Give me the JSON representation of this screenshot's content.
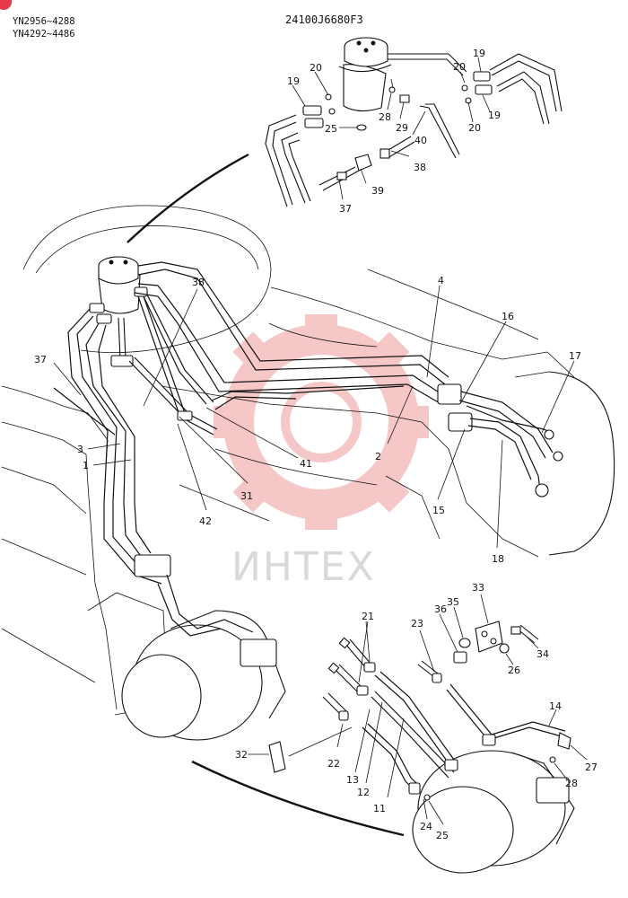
{
  "header": {
    "serial_range_1": "YN2956~4288",
    "serial_range_2": "YN4292~4486",
    "drawing_number": "24100J6680F3"
  },
  "watermark": {
    "text": "ИНТЕХ",
    "color": "#e8a3a3"
  },
  "corner_badge_color": "#e53946",
  "callouts": {
    "c1": "1",
    "c2": "2",
    "c3": "3",
    "c4": "4",
    "c11": "11",
    "c12": "12",
    "c13": "13",
    "c14": "14",
    "c16": "16",
    "c17": "17",
    "c18": "18",
    "c15": "15",
    "c19a": "19",
    "c19b": "19",
    "c19c": "19",
    "c20a": "20",
    "c20b": "20",
    "c20c": "20",
    "c21": "21",
    "c22": "22",
    "c23": "23",
    "c24": "24",
    "c25a": "25",
    "c25b": "25",
    "c26": "26",
    "c27": "27",
    "c28a": "28",
    "c28b": "28",
    "c29": "29",
    "c31": "31",
    "c32": "32",
    "c33": "33",
    "c34": "34",
    "c35": "35",
    "c36": "36",
    "c37a": "37",
    "c37b": "37",
    "c38a": "38",
    "c38b": "38",
    "c39": "39",
    "c40": "40",
    "c41": "41",
    "c42": "42"
  }
}
